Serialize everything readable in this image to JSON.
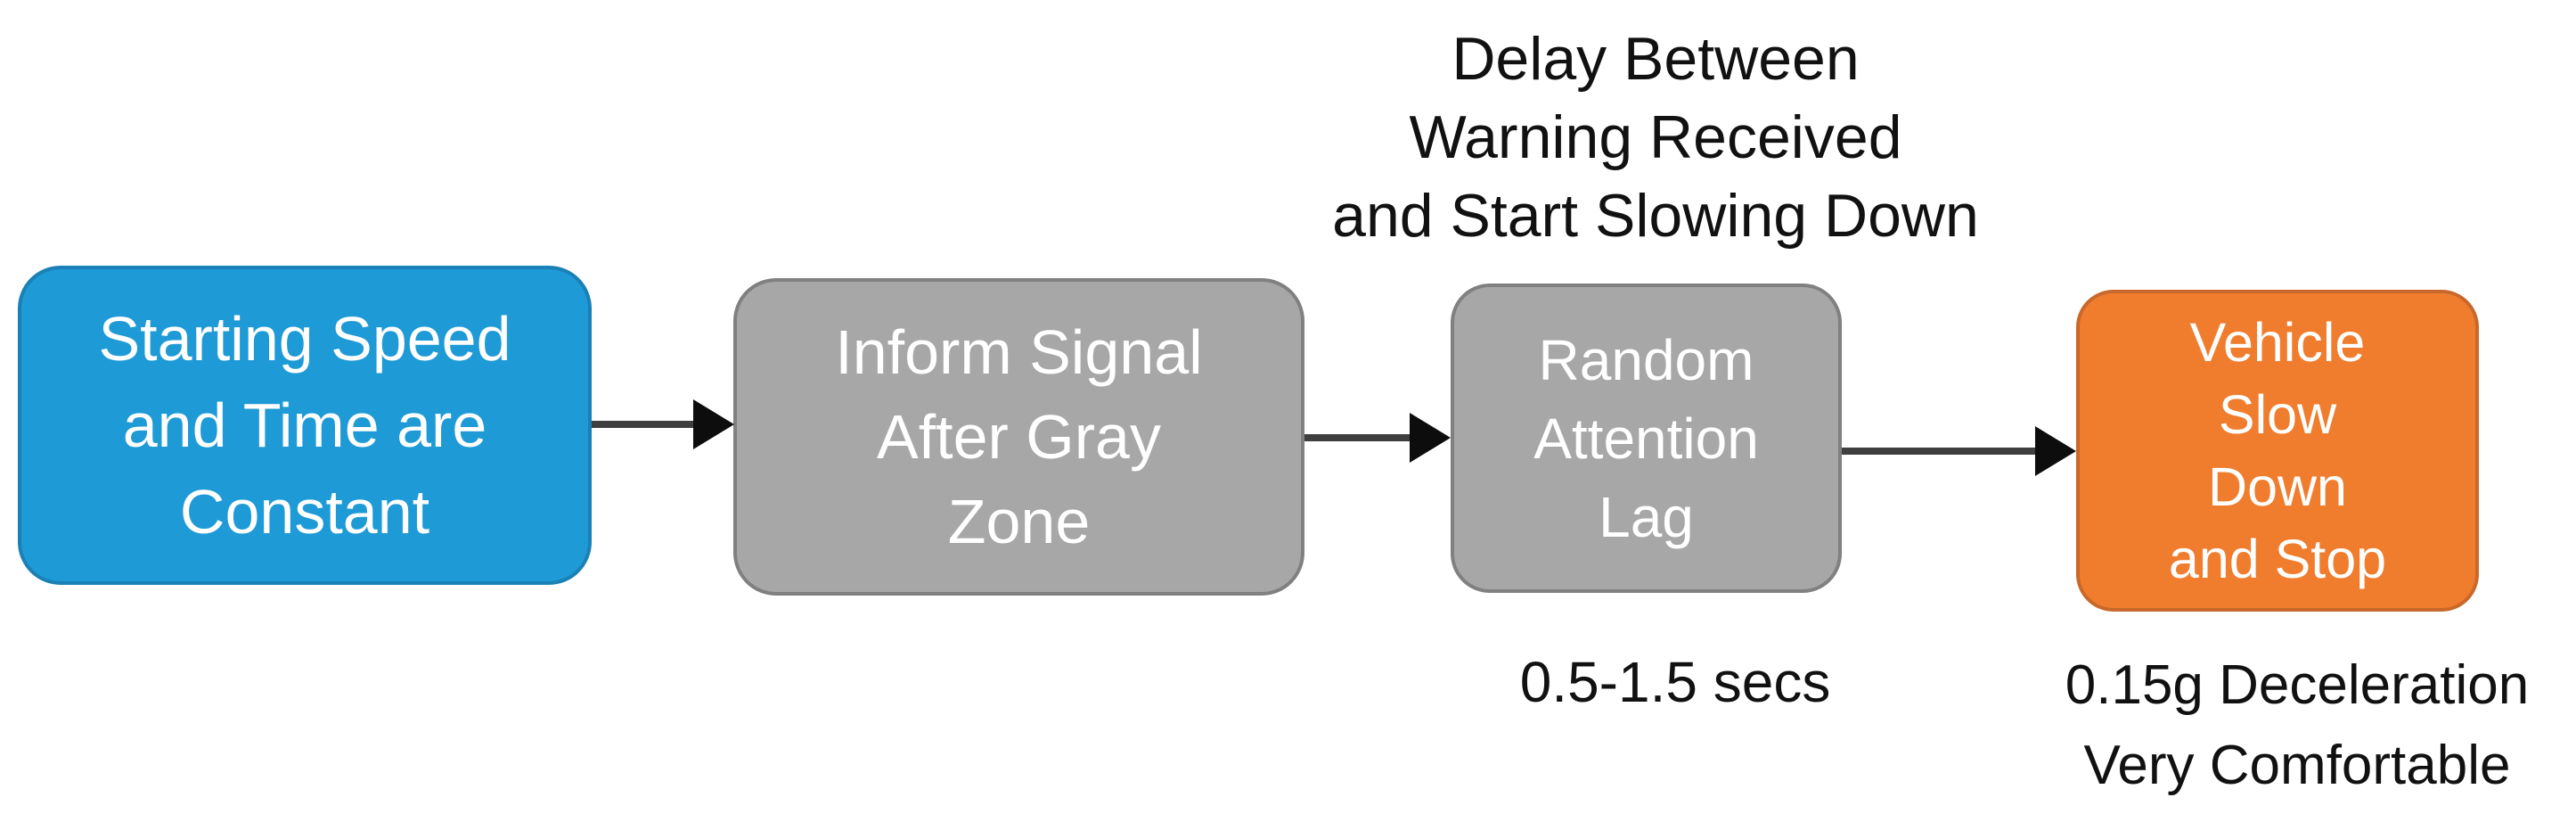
{
  "title_annotation": {
    "lines": [
      "Delay Between",
      "Warning Received",
      "and Start Slowing Down"
    ]
  },
  "nodes": [
    {
      "id": "starting-speed",
      "label_lines": [
        "Starting Speed",
        "and Time are",
        "Constant"
      ],
      "fill": "#1E9AD6",
      "border": "#1A80B6",
      "text_color": "#FFFFFF"
    },
    {
      "id": "inform-signal",
      "label_lines": [
        "Inform Signal",
        "After Gray",
        "Zone"
      ],
      "fill": "#A7A7A7",
      "border": "#808080",
      "text_color": "#FFFFFF"
    },
    {
      "id": "random-attention-lag",
      "label_lines": [
        "Random",
        "Attention",
        "Lag"
      ],
      "fill": "#A7A7A7",
      "border": "#808080",
      "text_color": "#FFFFFF"
    },
    {
      "id": "vehicle-slow-down",
      "label_lines": [
        "Vehicle",
        "Slow",
        "Down",
        "and Stop"
      ],
      "fill": "#F07D2E",
      "border": "#C8682A",
      "text_color": "#FFFFFF"
    }
  ],
  "annotations": {
    "attention_lag_duration": "0.5-1.5 secs",
    "deceleration_lines": [
      "0.15g Deceleration",
      "Very Comfortable"
    ]
  },
  "arrows": {
    "line_color": "#3F3F3F",
    "head_color": "#0D0D0D"
  },
  "colors": {
    "background": "#FFFFFF",
    "annotation_text": "#111111"
  }
}
